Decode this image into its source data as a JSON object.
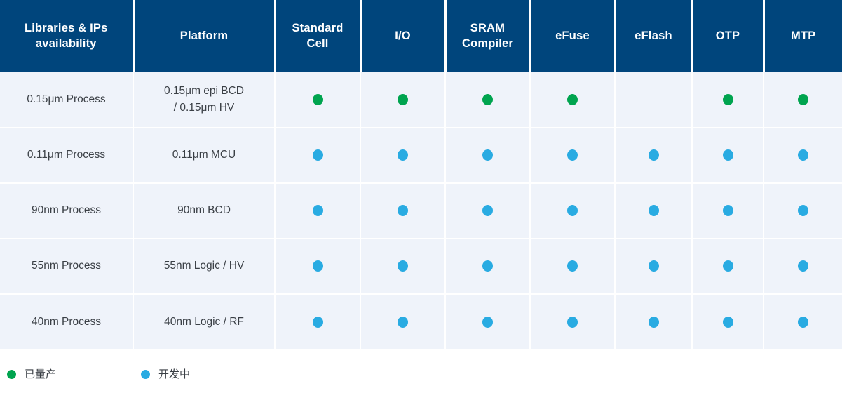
{
  "table": {
    "columns": [
      {
        "key": "process",
        "label": "Libraries  & IPs availability"
      },
      {
        "key": "platform",
        "label": "Platform"
      },
      {
        "key": "std_cell",
        "label": "Standard Cell"
      },
      {
        "key": "io",
        "label": "I/O"
      },
      {
        "key": "sram",
        "label": "SRAM Compiler"
      },
      {
        "key": "efuse",
        "label": "eFuse"
      },
      {
        "key": "eflash",
        "label": "eFlash"
      },
      {
        "key": "otp",
        "label": "OTP"
      },
      {
        "key": "mtp",
        "label": "MTP"
      }
    ],
    "rows": [
      {
        "process": "0.15μm Process",
        "platform": "0.15μm epi BCD / 0.15μm HV",
        "platform_lines": [
          "0.15μm epi BCD",
          "/ 0.15μm HV"
        ],
        "status": {
          "std_cell": "produced",
          "io": "produced",
          "sram": "produced",
          "efuse": "produced",
          "eflash": "none",
          "otp": "produced",
          "mtp": "produced"
        }
      },
      {
        "process": "0.11μm Process",
        "platform": "0.11μm MCU",
        "platform_lines": [
          "0.11μm MCU"
        ],
        "status": {
          "std_cell": "developing",
          "io": "developing",
          "sram": "developing",
          "efuse": "developing",
          "eflash": "developing",
          "otp": "developing",
          "mtp": "developing"
        }
      },
      {
        "process": "90nm Process",
        "platform": "90nm BCD",
        "platform_lines": [
          "90nm BCD"
        ],
        "status": {
          "std_cell": "developing",
          "io": "developing",
          "sram": "developing",
          "efuse": "developing",
          "eflash": "developing",
          "otp": "developing",
          "mtp": "developing"
        }
      },
      {
        "process": "55nm Process",
        "platform": "55nm Logic / HV",
        "platform_lines": [
          "55nm Logic / HV"
        ],
        "status": {
          "std_cell": "developing",
          "io": "developing",
          "sram": "developing",
          "efuse": "developing",
          "eflash": "developing",
          "otp": "developing",
          "mtp": "developing"
        }
      },
      {
        "process": "40nm Process",
        "platform": "40nm Logic / RF",
        "platform_lines": [
          "40nm Logic / RF"
        ],
        "status": {
          "std_cell": "developing",
          "io": "developing",
          "sram": "developing",
          "efuse": "developing",
          "eflash": "developing",
          "otp": "developing",
          "mtp": "developing"
        }
      }
    ]
  },
  "legend": {
    "items": [
      {
        "key": "produced",
        "label": "已量产",
        "color": "#00A44F"
      },
      {
        "key": "developing",
        "label": "开发中",
        "color": "#29ABE2"
      }
    ]
  },
  "colors": {
    "header_bg": "#00457C",
    "cell_bg": "#EFF3FA",
    "produced": "#00A44F",
    "developing": "#29ABE2",
    "text": "#3a3f45"
  }
}
